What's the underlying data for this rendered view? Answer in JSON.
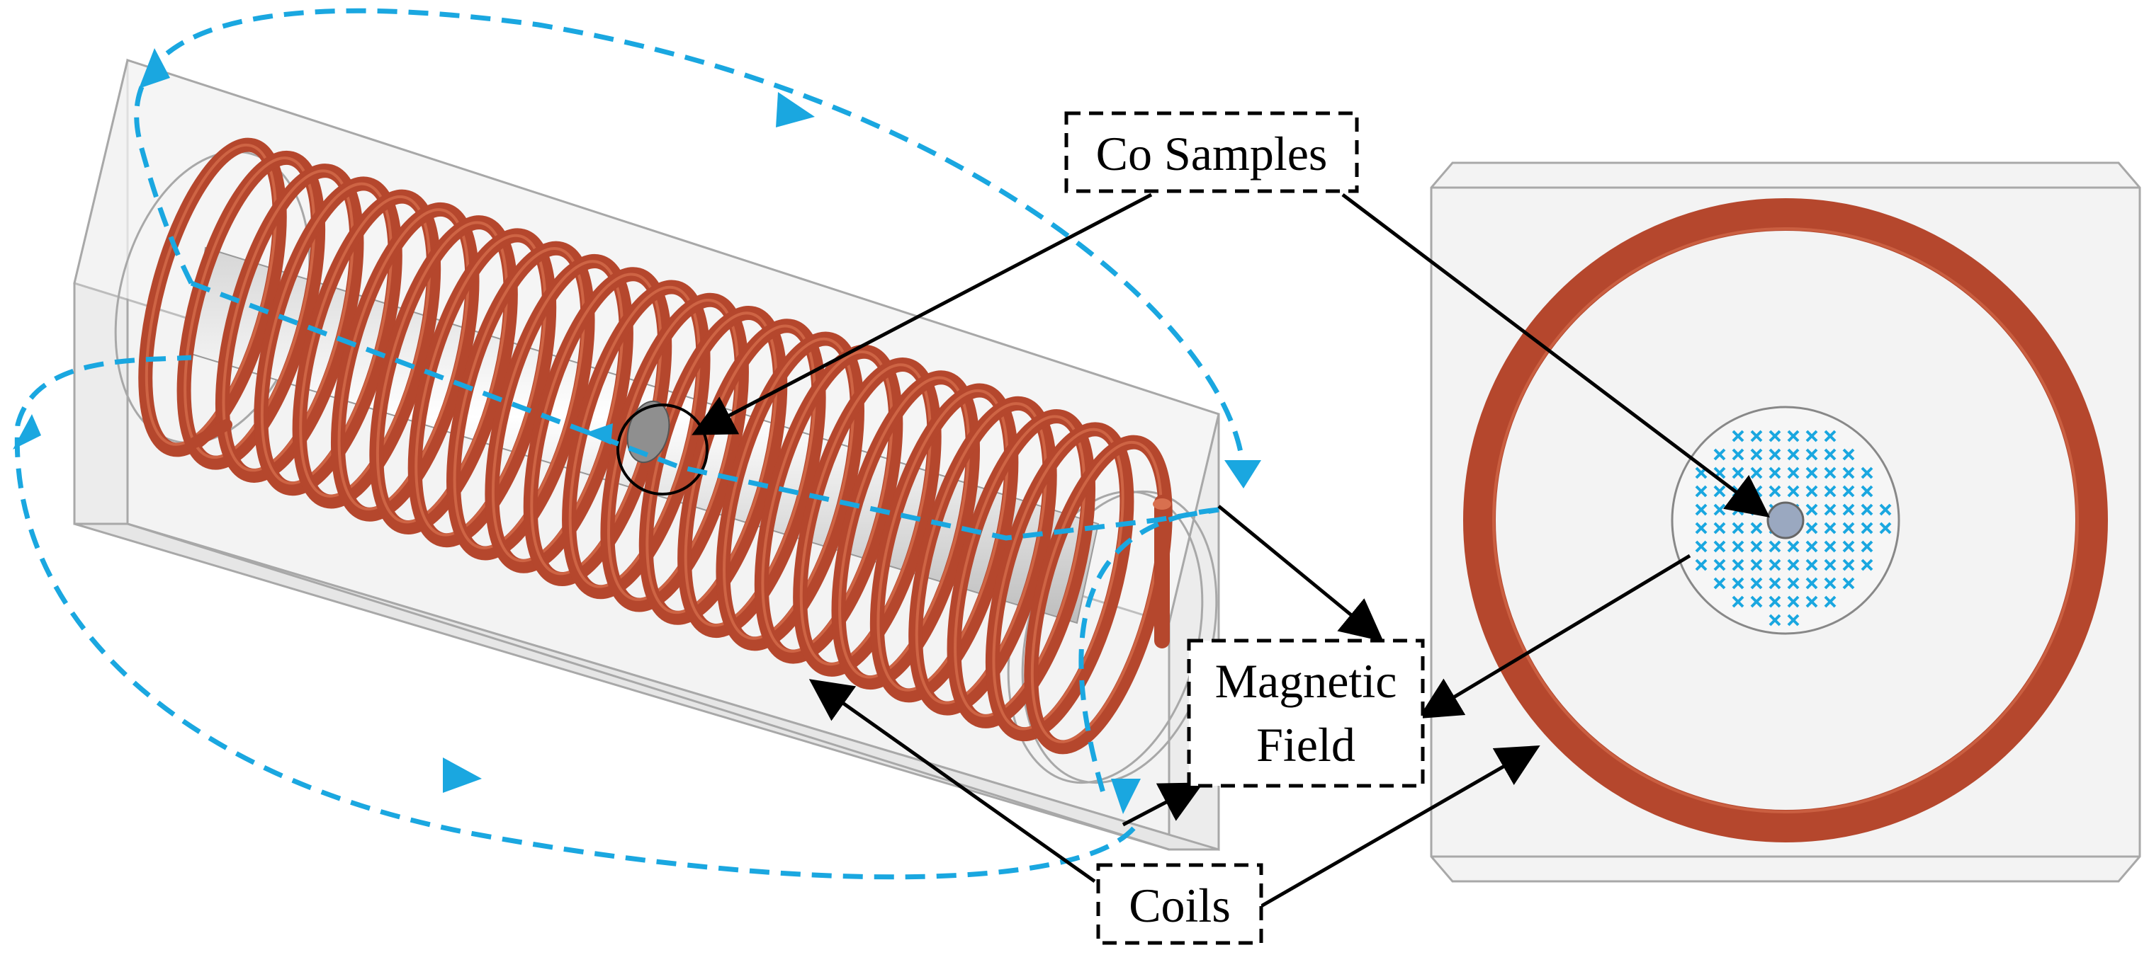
{
  "labels": {
    "co_samples": "Co Samples",
    "magnetic_field_line1": "Magnetic",
    "magnetic_field_line2": "Field",
    "coils": "Coils"
  },
  "colors": {
    "coil": "#b5472d",
    "coil_highlight": "#d8704f",
    "field": "#1aa7e0",
    "housing_fill": "#f0f0f0",
    "housing_stroke": "#a8a8a8",
    "rod": "#e9e9e9",
    "sample": "#8f8f8f",
    "sample_top": "#9aa8c0",
    "arrow": "#000000"
  },
  "icons": {
    "field_direction_marker": "x-cross",
    "field_flow_marker": "triangle-arrowhead"
  }
}
